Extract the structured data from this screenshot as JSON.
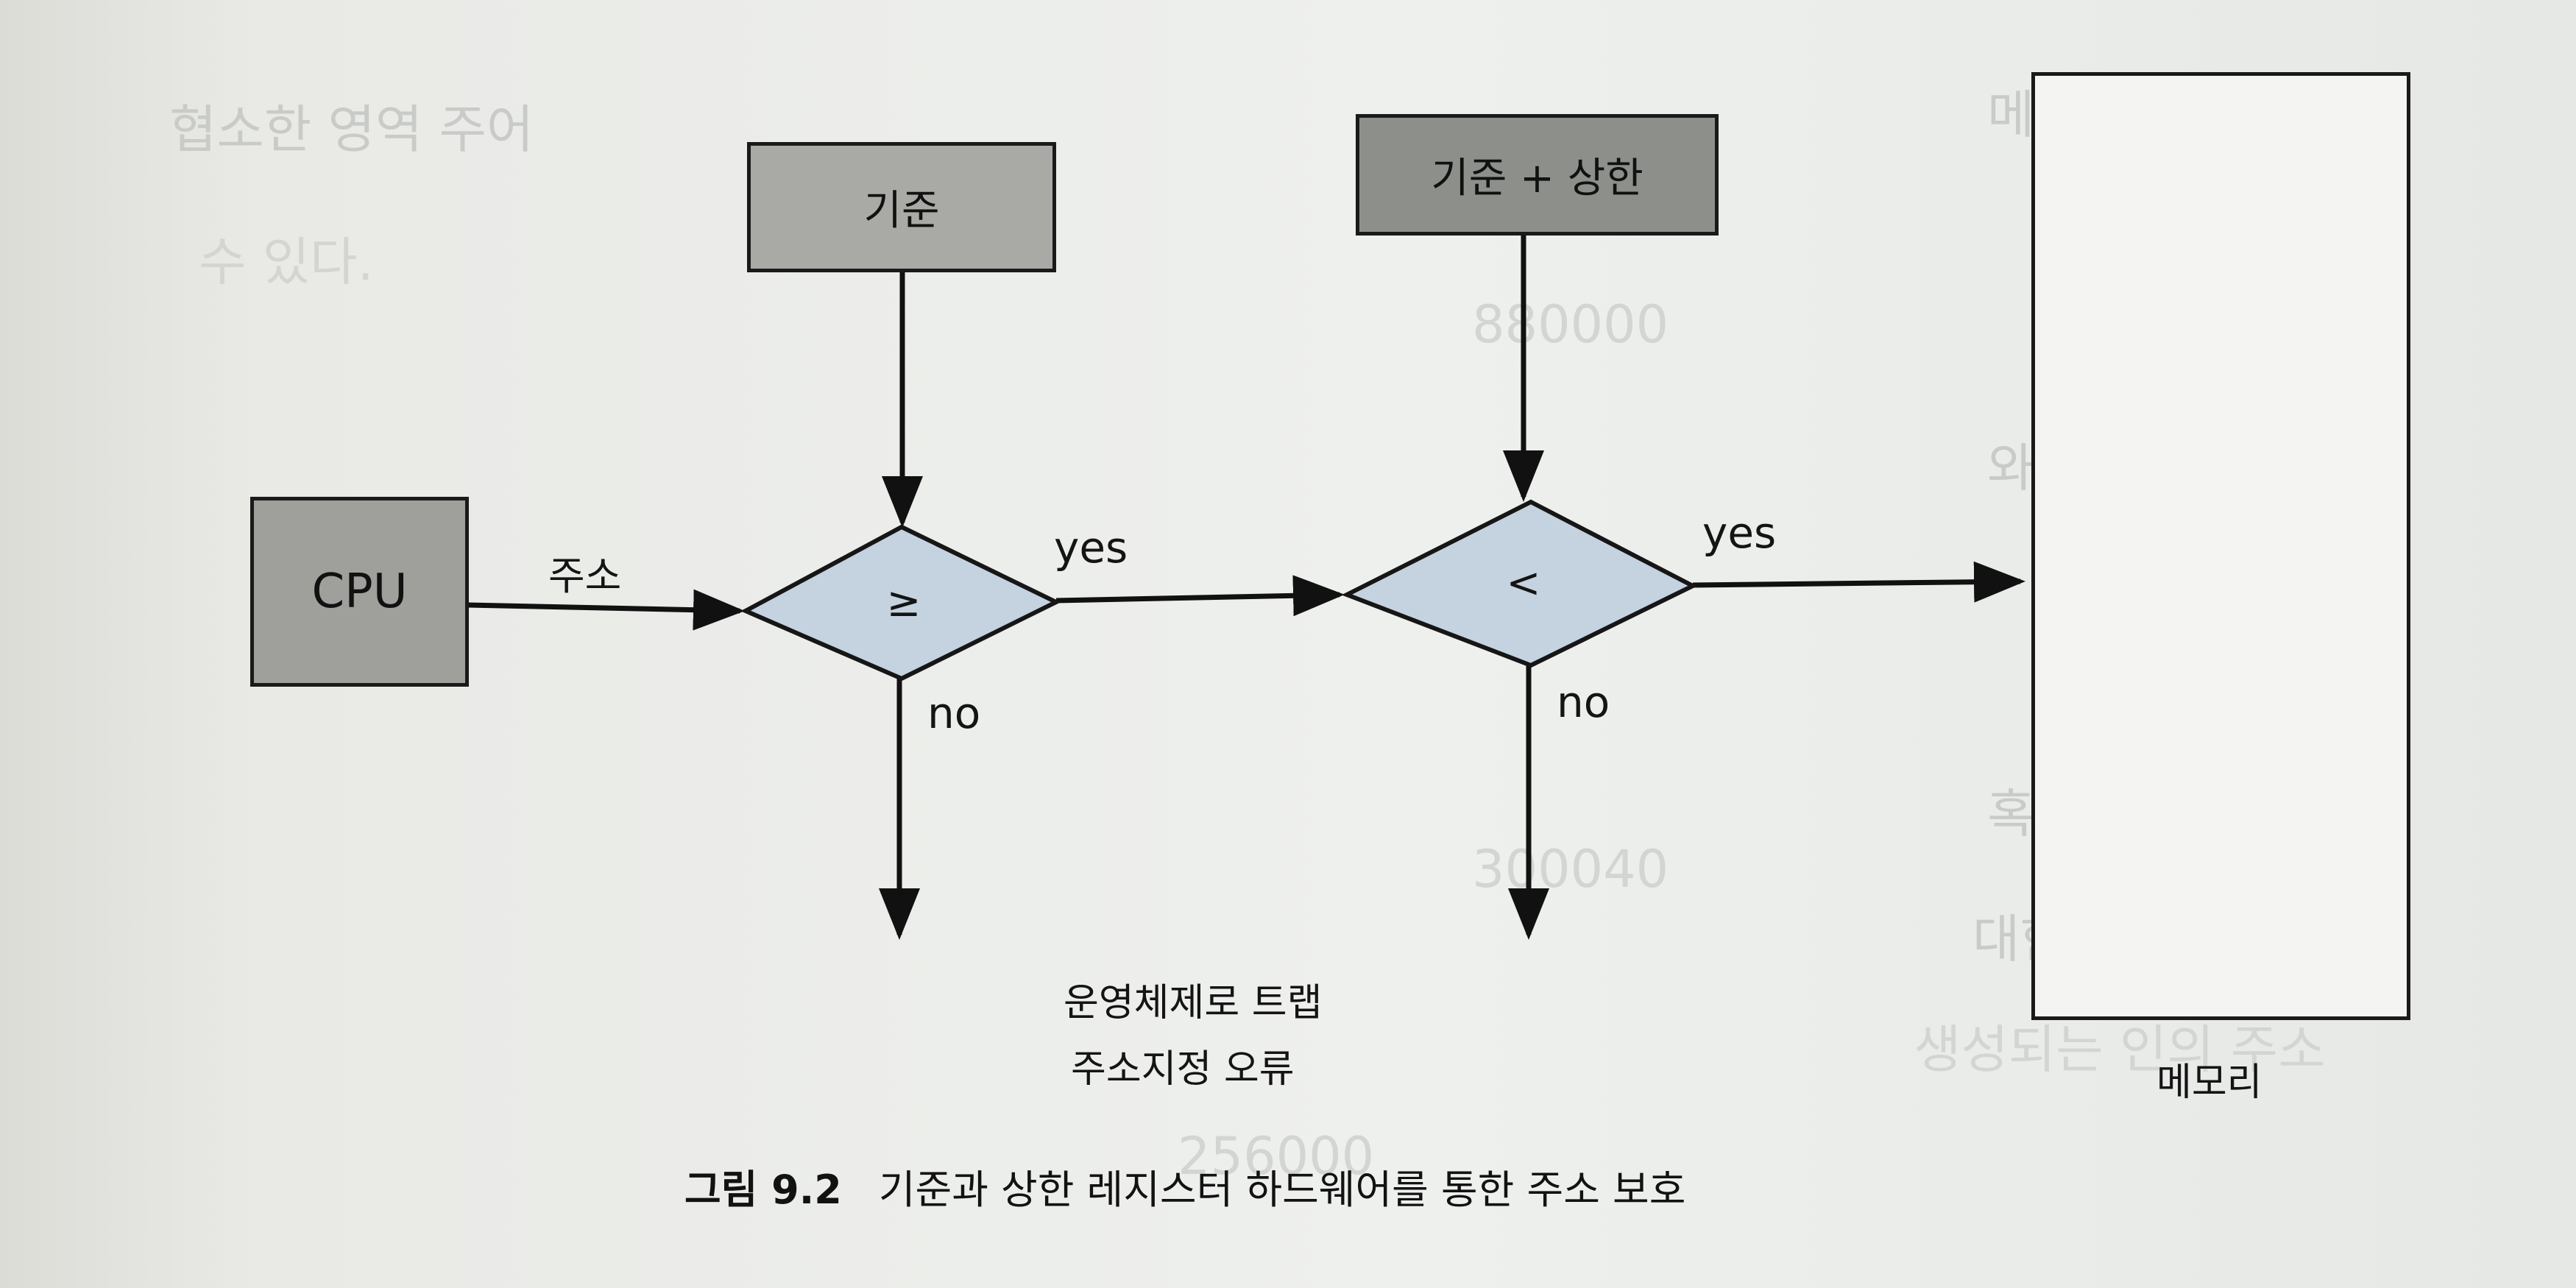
{
  "diagram": {
    "cpu_label": "CPU",
    "base_label": "기준",
    "limit_label": "기준 + 상한",
    "memory_label": "메모리",
    "address_label": "주소",
    "compare1_symbol": "≥",
    "compare2_symbol": "<",
    "yes1": "yes",
    "yes2": "yes",
    "no1": "no",
    "no2": "no",
    "trap_line1": "운영체제로 트랩",
    "trap_line2": "주소지정 오류"
  },
  "caption": {
    "number": "그림 9.2",
    "text": "기준과 상한 레지스터 하드웨어를 통한 주소 보호"
  },
  "colors": {
    "register_fill": "#a9aaa5",
    "limit_fill": "#8d8f8b",
    "diamond_fill": "#c5d2e0",
    "cpu_fill": "#9fa09c"
  }
}
